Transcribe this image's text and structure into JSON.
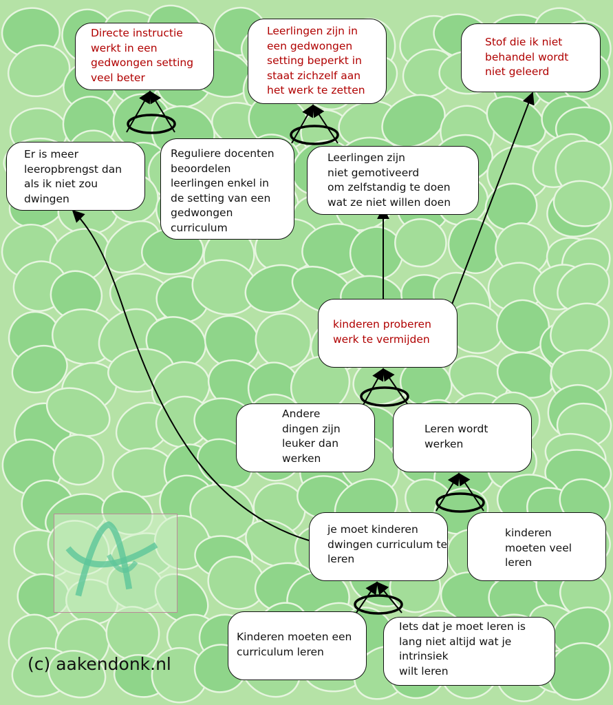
{
  "boxes": {
    "b1": "Directe instructie\nwerkt in een\ngedwongen setting\nveel beter",
    "b2": "Leerlingen zijn in\neen gedwongen\nsetting beperkt in\nstaat zichzelf aan\nhet werk te zetten",
    "b3": "Stof die ik niet\nbehandel wordt\nniet geleerd",
    "b4": "Er is meer\nleeropbrengst dan\nals ik niet zou\ndwingen",
    "b5": "Reguliere docenten\nbeoordelen\nleerlingen enkel in\nde setting van een\ngedwongen\ncurriculum",
    "b6": "Leerlingen zijn\nniet gemotiveerd\nom zelfstandig te doen\nwat ze niet willen doen",
    "b7": "kinderen proberen\nwerk te vermijden",
    "b8": "Andere\ndingen zijn\nleuker dan\nwerken",
    "b9": "Leren wordt\nwerken",
    "b10": "je moet kinderen\ndwingen curriculum te\nleren",
    "b11": "kinderen\nmoeten veel\nleren",
    "b12": "Kinderen moeten een\ncurriculum leren",
    "b13": "Iets dat je moet leren is\nlang niet altijd wat je\nintrinsiek\nwilt leren"
  },
  "copyright": "(c) aakendonk.nl",
  "logo_text": "AA",
  "colors": {
    "background": "#9bd993",
    "claim_text": "#b00000",
    "text": "#111111"
  }
}
